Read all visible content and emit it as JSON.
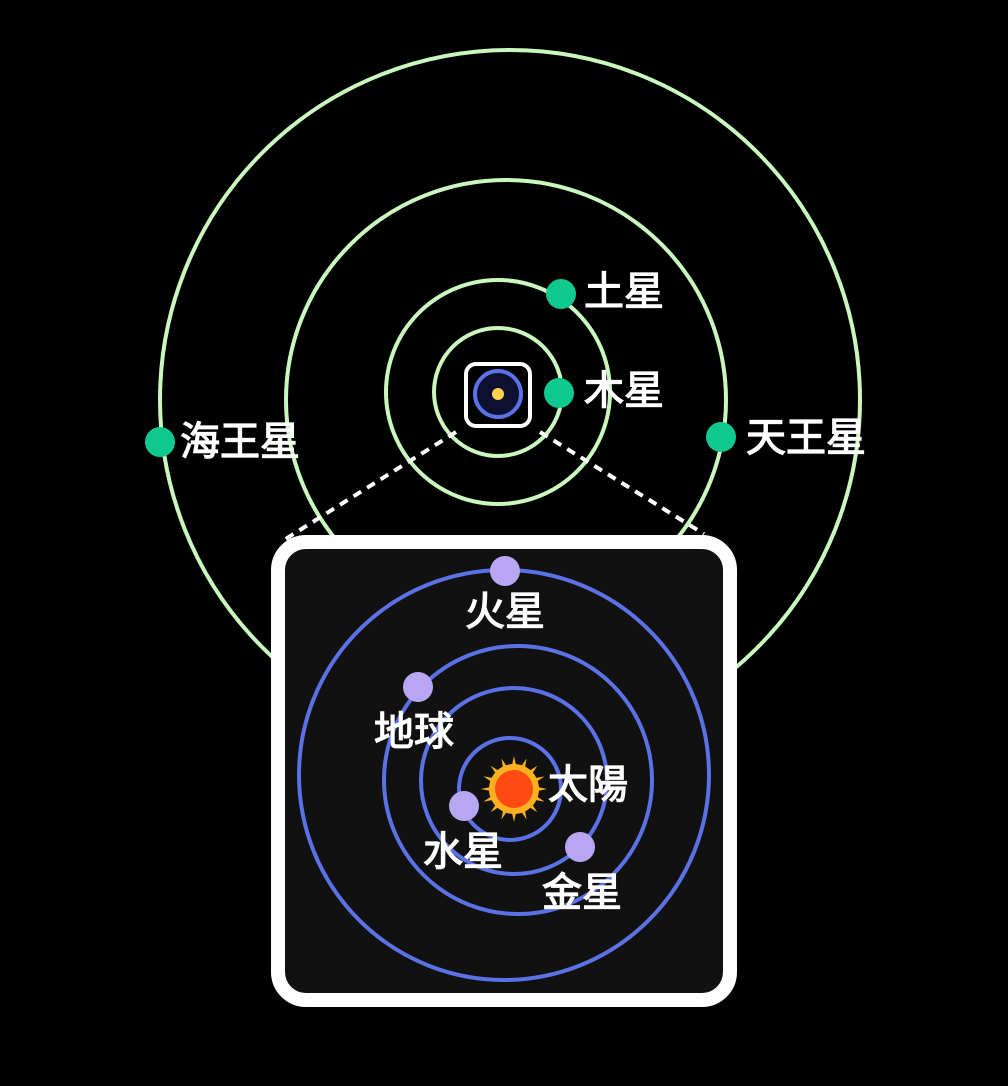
{
  "colors": {
    "background": "#000000",
    "outer_orbit": "#c9f7be",
    "outer_planet": "#0fc98f",
    "inner_orbit": "#5b72e6",
    "inner_planet": "#b9a6f2",
    "inset_background": "#111111",
    "inset_border": "#ffffff",
    "sun_core": "#ff4a12",
    "sun_ray": "#ffb020",
    "center_star": "#ffd34d",
    "label": "#ffffff"
  },
  "outer_system": {
    "planets": [
      {
        "id": "jupiter",
        "label": "木星"
      },
      {
        "id": "saturn",
        "label": "土星"
      },
      {
        "id": "uranus",
        "label": "天王星"
      },
      {
        "id": "neptune",
        "label": "海王星"
      }
    ]
  },
  "inset": {
    "sun": {
      "label": "太陽"
    },
    "planets": [
      {
        "id": "mercury",
        "label": "水星"
      },
      {
        "id": "venus",
        "label": "金星"
      },
      {
        "id": "earth",
        "label": "地球"
      },
      {
        "id": "mars",
        "label": "火星"
      }
    ]
  }
}
